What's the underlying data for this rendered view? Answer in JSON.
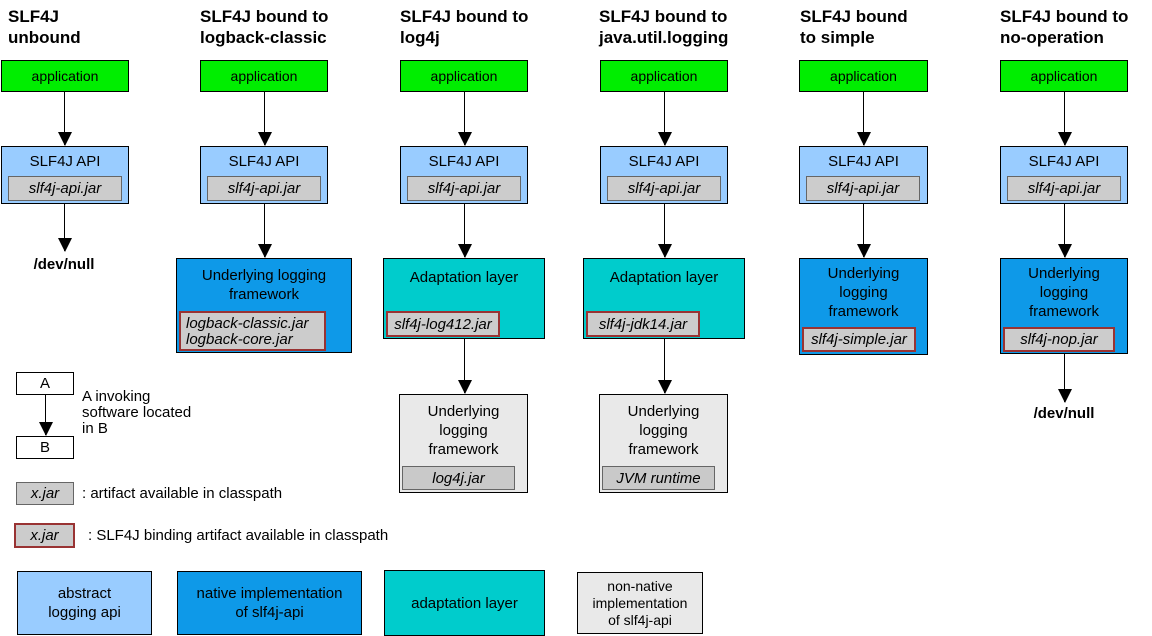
{
  "colors": {
    "application_green": "#00ee00",
    "abstract_api_blue": "#99ccff",
    "native_impl_blue": "#0e99e8",
    "adaptation_teal": "#00cccc",
    "jar_gray": "#cccccc",
    "framework_light_gray": "#e9e9e9",
    "binding_border_red": "#993333"
  },
  "columns": [
    {
      "title_lines": [
        "SLF4J",
        "unbound"
      ],
      "app_label": "application",
      "api_label": "SLF4J API",
      "api_jar": "slf4j-api.jar",
      "devnull_label": "/dev/null"
    },
    {
      "title_lines": [
        "SLF4J bound to",
        "logback-classic"
      ],
      "app_label": "application",
      "api_label": "SLF4J API",
      "api_jar": "slf4j-api.jar",
      "framework": {
        "label_lines": [
          "Underlying logging",
          "framework"
        ],
        "jar_lines": [
          "logback-classic.jar",
          "logback-core.jar"
        ]
      }
    },
    {
      "title_lines": [
        "SLF4J bound to",
        "log4j"
      ],
      "app_label": "application",
      "api_label": "SLF4J API",
      "api_jar": "slf4j-api.jar",
      "adaptation": {
        "label": "Adaptation layer",
        "jar": "slf4j-log412.jar"
      },
      "underlying": {
        "label_lines": [
          "Underlying",
          "logging",
          "framework"
        ],
        "jar": "log4j.jar"
      }
    },
    {
      "title_lines": [
        "SLF4J bound to",
        "java.util.logging"
      ],
      "app_label": "application",
      "api_label": "SLF4J API",
      "api_jar": "slf4j-api.jar",
      "adaptation": {
        "label": "Adaptation layer",
        "jar": "slf4j-jdk14.jar"
      },
      "underlying": {
        "label_lines": [
          "Underlying",
          "logging",
          "framework"
        ],
        "jar": "JVM runtime"
      }
    },
    {
      "title_lines": [
        "SLF4J bound",
        "to simple"
      ],
      "app_label": "application",
      "api_label": "SLF4J API",
      "api_jar": "slf4j-api.jar",
      "framework": {
        "label_lines": [
          "Underlying",
          "logging",
          "framework"
        ],
        "jar": "slf4j-simple.jar"
      }
    },
    {
      "title_lines": [
        "SLF4J bound to",
        "no-operation"
      ],
      "app_label": "application",
      "api_label": "SLF4J API",
      "api_jar": "slf4j-api.jar",
      "framework": {
        "label_lines": [
          "Underlying",
          "logging",
          "framework"
        ],
        "jar": "slf4j-nop.jar"
      },
      "devnull_label": "/dev/null"
    }
  ],
  "legend": {
    "invoke": {
      "a": "A",
      "b": "B",
      "text_lines": [
        "A invoking",
        "software located",
        "in B"
      ]
    },
    "artifact": {
      "jar": "x.jar",
      "text": ": artifact available in classpath"
    },
    "binding": {
      "jar": "x.jar",
      "text": ": SLF4J binding artifact available in classpath"
    },
    "swatches": [
      {
        "lines": [
          "abstract",
          "logging api"
        ]
      },
      {
        "lines": [
          "native implementation",
          "of slf4j-api"
        ]
      },
      {
        "lines": [
          "adaptation layer"
        ]
      },
      {
        "lines": [
          "non-native",
          "implementation",
          "of slf4j-api"
        ]
      }
    ]
  }
}
